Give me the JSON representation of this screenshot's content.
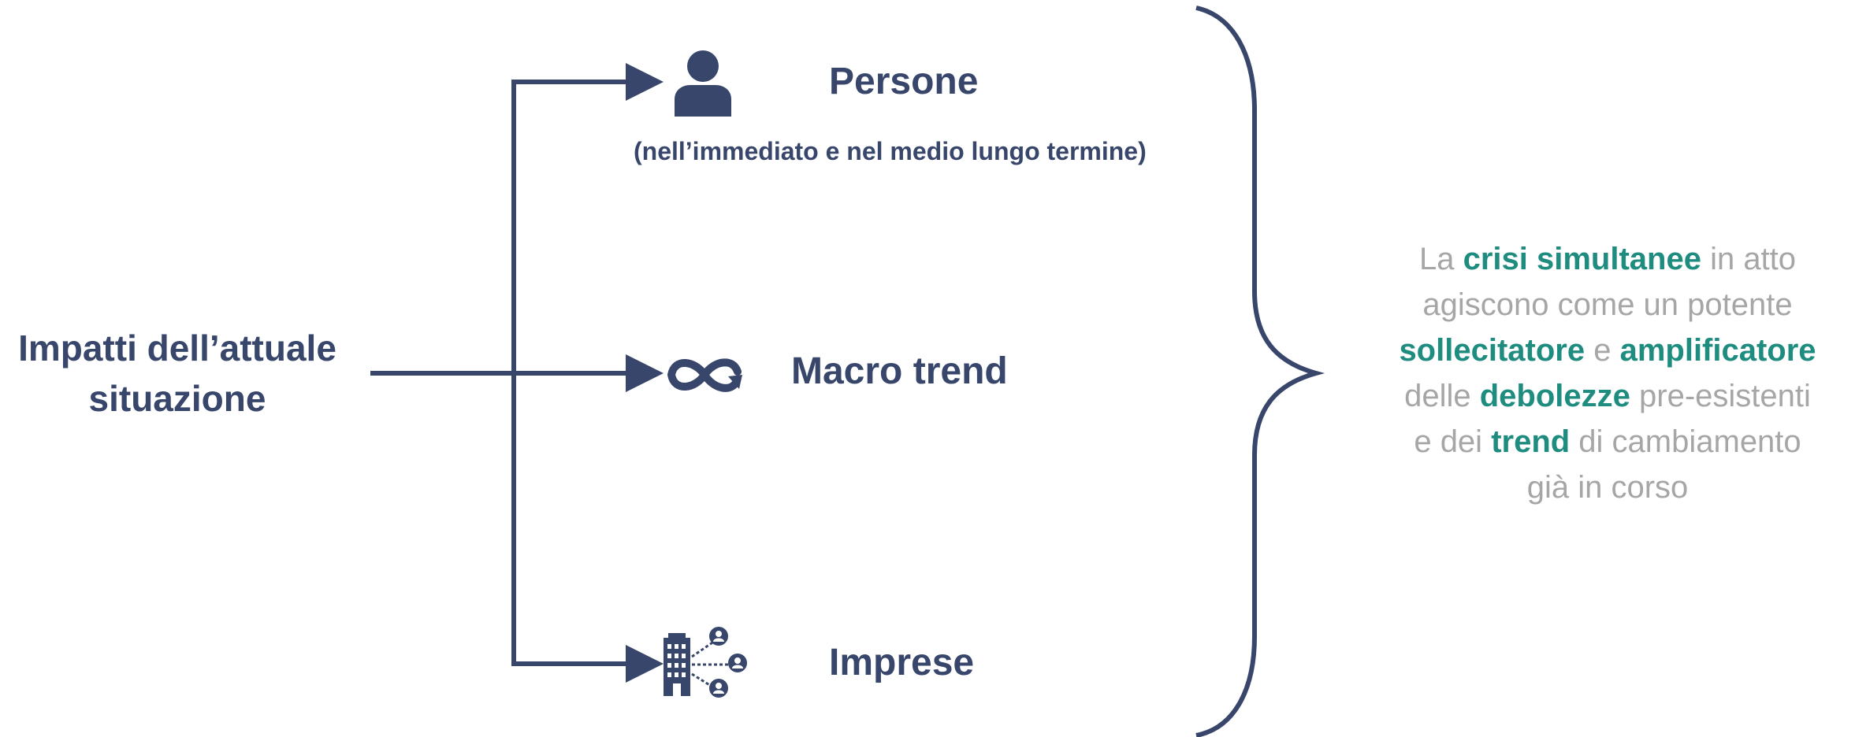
{
  "main": {
    "title_line1": "Impatti dell’attuale",
    "title_line2": "situazione"
  },
  "branches": [
    {
      "label": "Persone",
      "subtitle": "(nell’immediato e nel medio lungo termine)",
      "icon": "person-icon"
    },
    {
      "label": "Macro trend",
      "icon": "infinity-loop-icon"
    },
    {
      "label": "Imprese",
      "icon": "building-network-icon"
    }
  ],
  "summary": {
    "l1a": "La ",
    "l1b": "crisi simultanee",
    "l1c": " in atto",
    "l2": "agiscono come un potente",
    "l3a": "sollecitatore",
    "l3b": " e ",
    "l3c": "amplificatore",
    "l4a": "delle ",
    "l4b": "debolezze",
    "l4c": " pre-esistenti",
    "l5a": "e dei ",
    "l5b": "trend",
    "l5c": " di cambiamento",
    "l6": "già in corso"
  },
  "colors": {
    "navy": "#37466a",
    "teal": "#1f8c80",
    "grey": "#a6a6a6"
  }
}
